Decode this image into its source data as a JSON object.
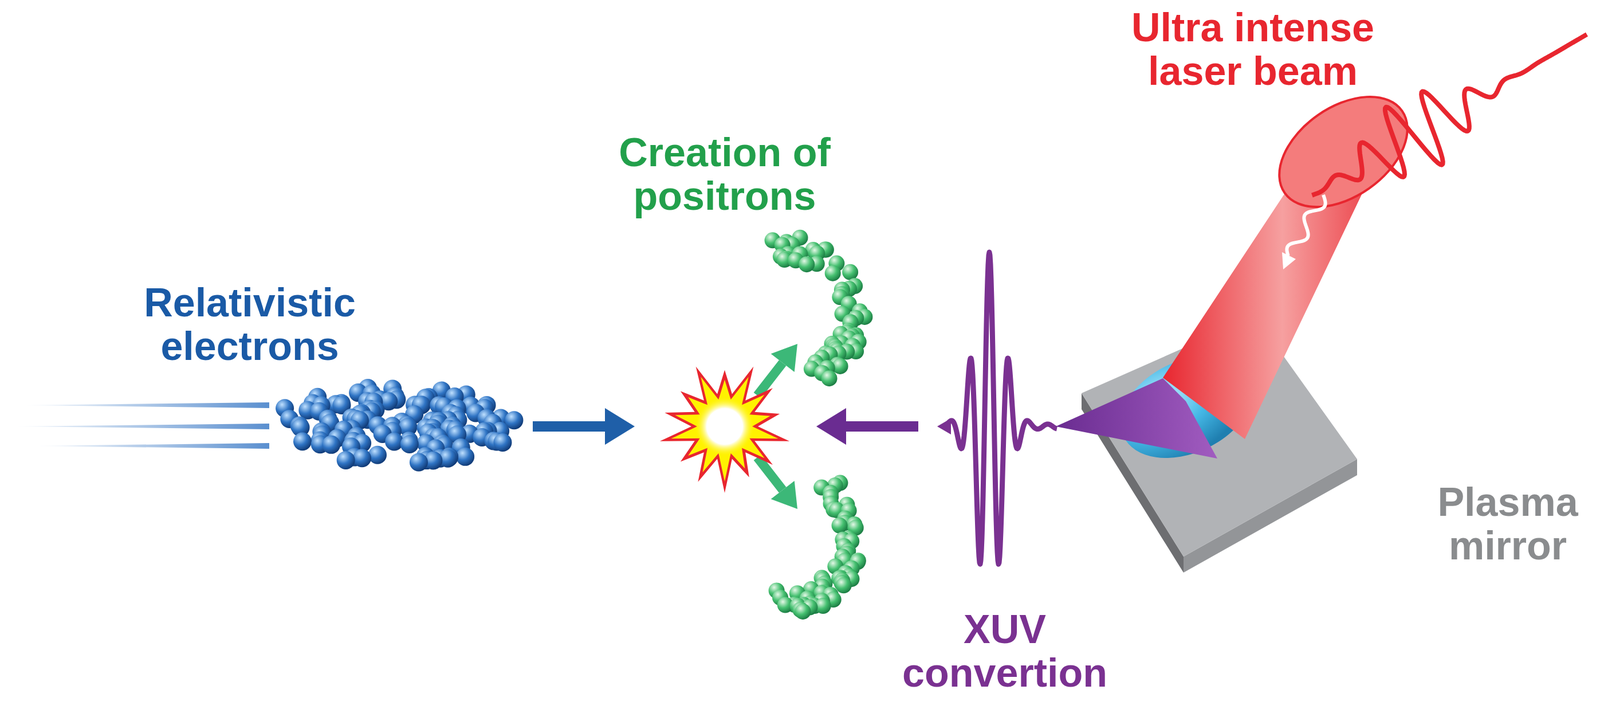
{
  "diagram": {
    "labels": [
      "Ultra intense laser beam",
      "Creation of positrons",
      "Relativistic electrons",
      "Plasma mirror",
      "XUV convertion"
    ]
  }
}
